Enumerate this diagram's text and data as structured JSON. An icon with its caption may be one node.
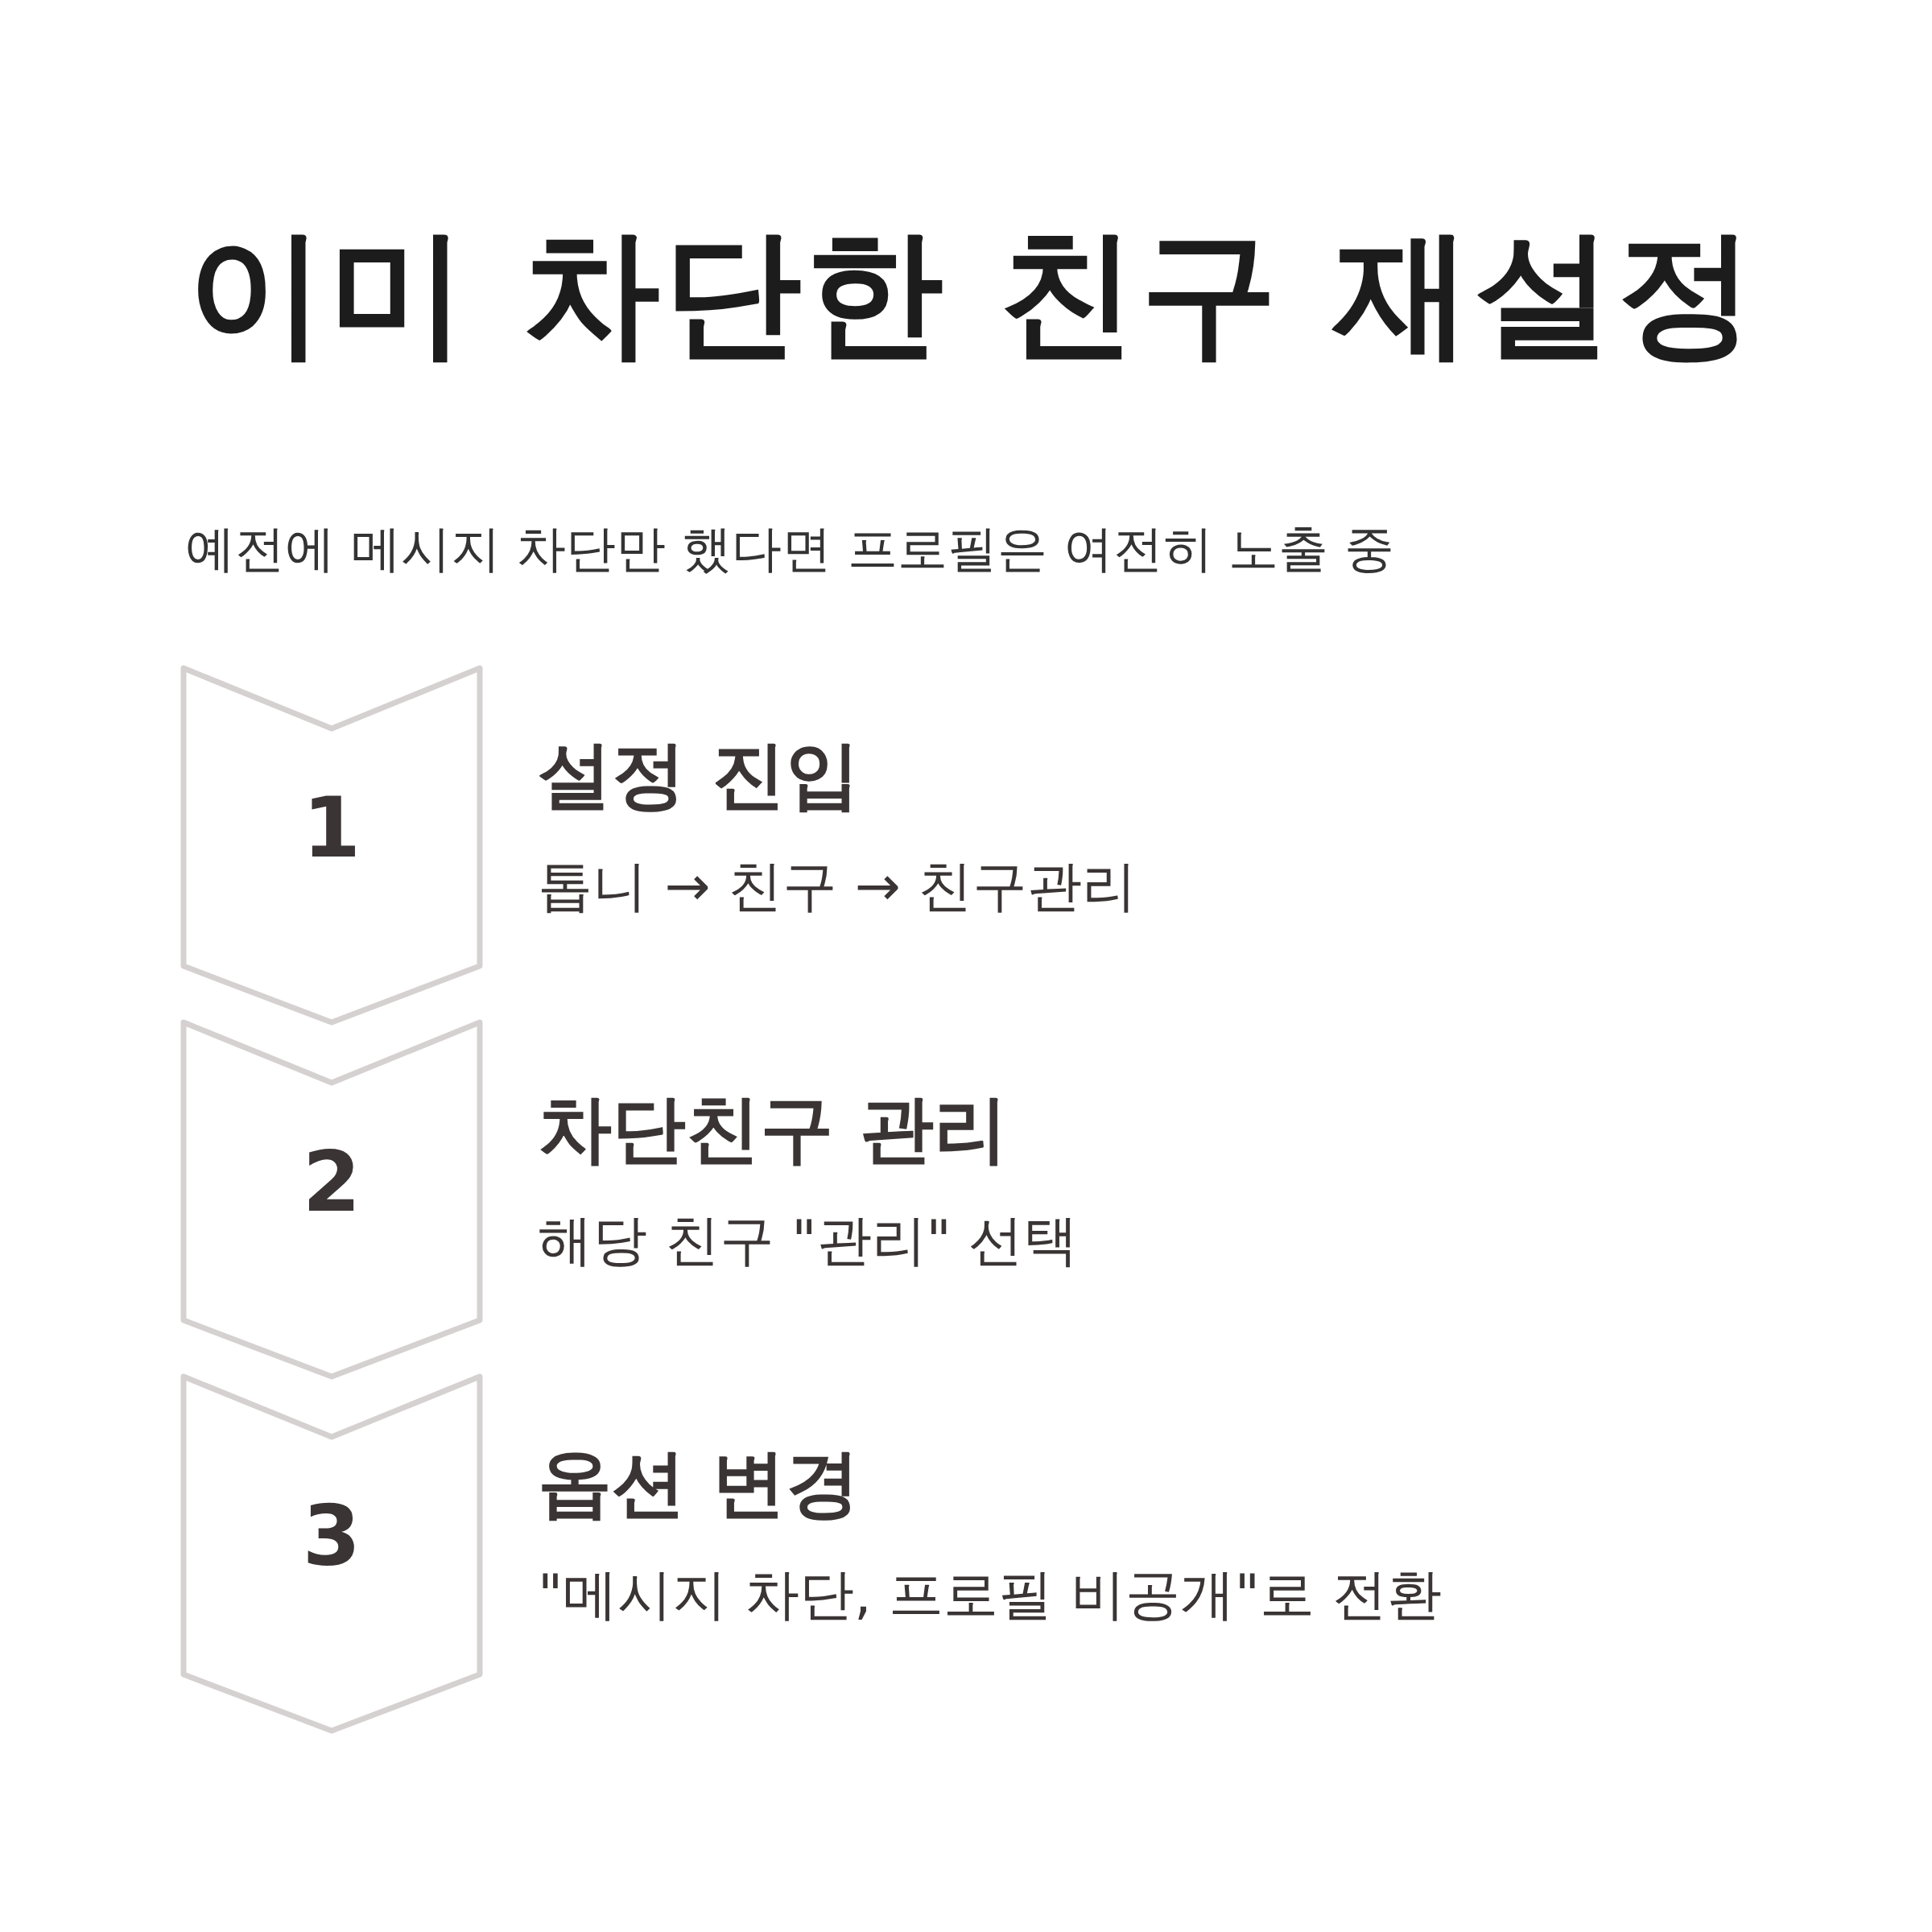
{
  "diagram": {
    "title": "이미 차단한 친구 재설정",
    "nodes": [
      {
        "text": [
          "1"
        ],
        "beside": [
          "설정 진입",
          "톱니 → 친구 → 친구관리"
        ]
      },
      {
        "text": [
          "2"
        ],
        "beside": [
          "차단친구 관리",
          "해당 친구 \"관리\" 선택"
        ]
      },
      {
        "text": [
          "3"
        ],
        "beside": [
          "옵션 변경",
          "\"메시지 차단, 프로필 비공개\"로 전환"
        ]
      }
    ],
    "edges": [],
    "labels": [
      "예전에 메시지 차단만 했다면 프로필은 여전히 노출 중"
    ]
  }
}
